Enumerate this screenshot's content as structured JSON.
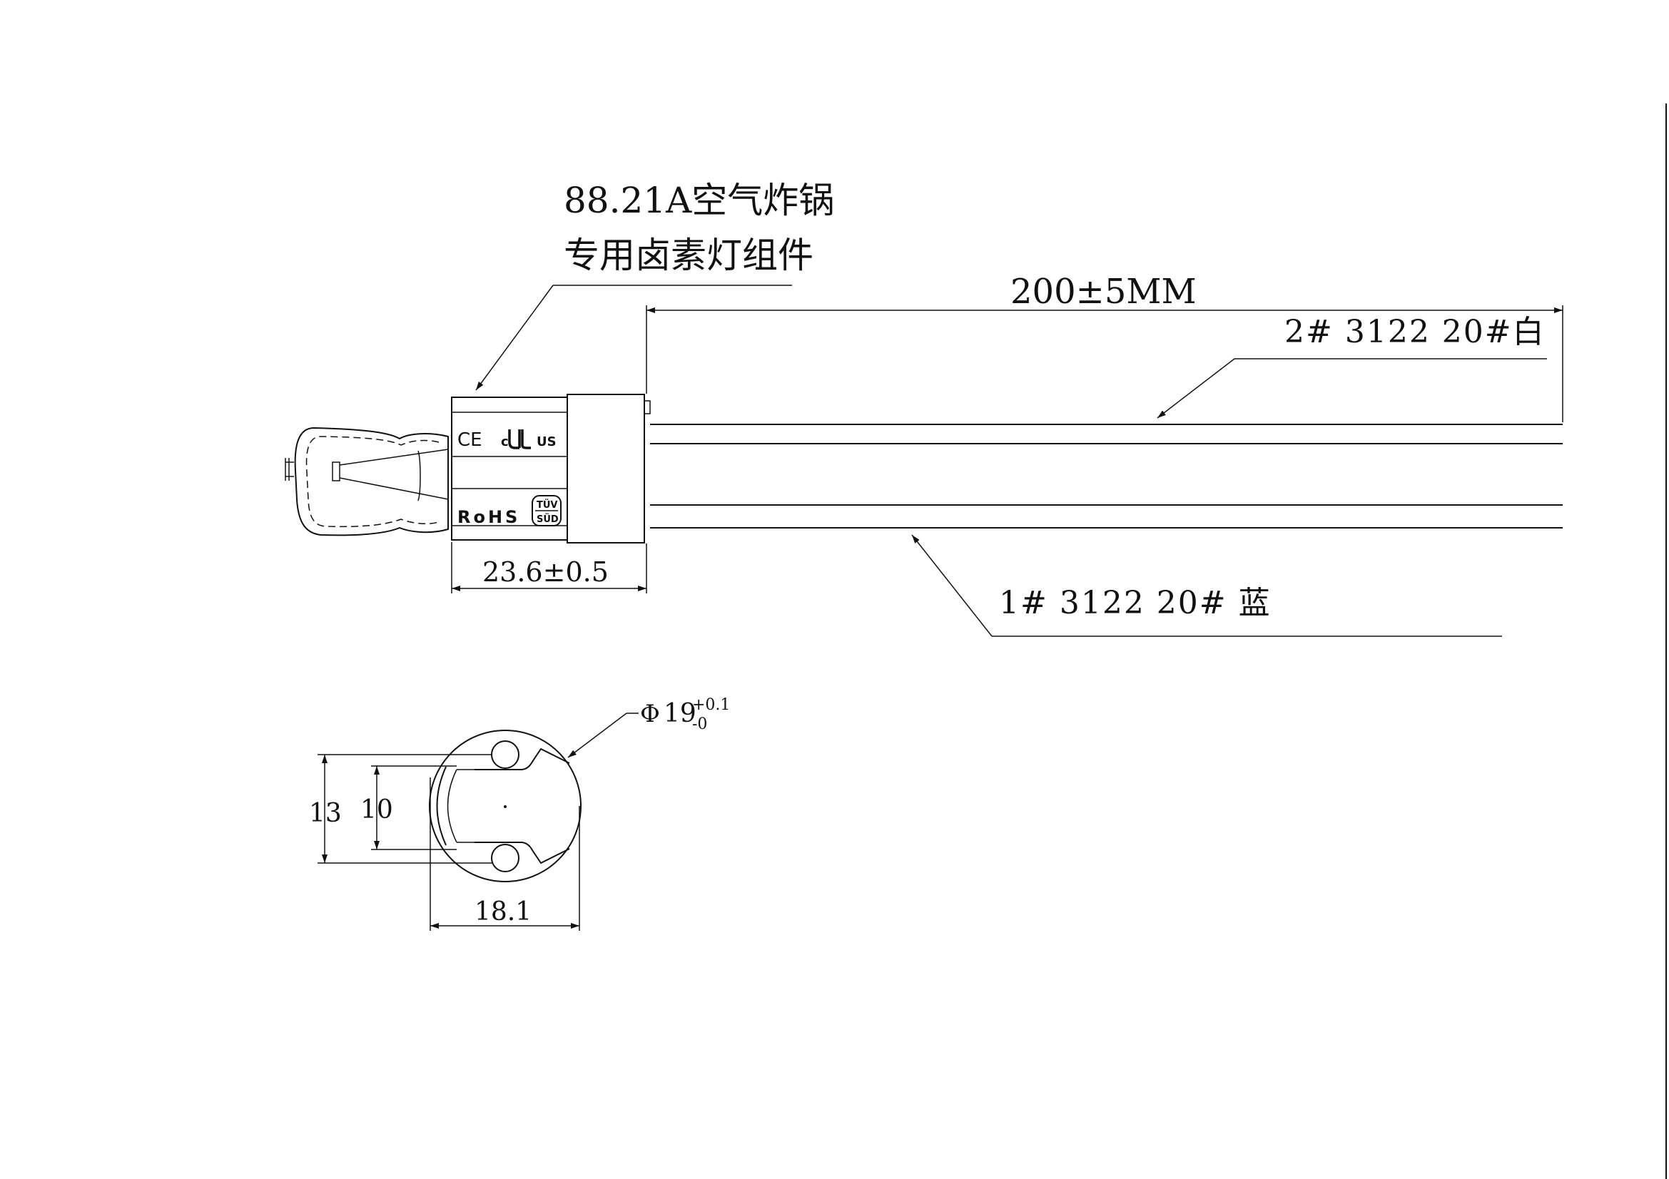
{
  "title": {
    "line1": "88.21A空气炸锅",
    "line2": "专用卤素灯组件"
  },
  "dimensions": {
    "cable_length": "200±5MM",
    "base_length": "23.6±0.5",
    "diameter_symbol": "Φ",
    "diameter_value": "19",
    "diameter_tol_upper": "+0.1",
    "diameter_tol_lower": "-0",
    "height_outer": "13",
    "height_inner": "10",
    "width": "18.1"
  },
  "wires": {
    "wire2": "2# 3122 20#白",
    "wire1": "1# 3122 20# 蓝"
  },
  "markings": {
    "ce": "CE",
    "ul_c": "c",
    "ul_us": "US",
    "rohs": "RoHS",
    "tuv_top": "TÜV",
    "tuv_bottom": "SÜD"
  },
  "colors": {
    "line": "#111111",
    "background": "#ffffff"
  }
}
